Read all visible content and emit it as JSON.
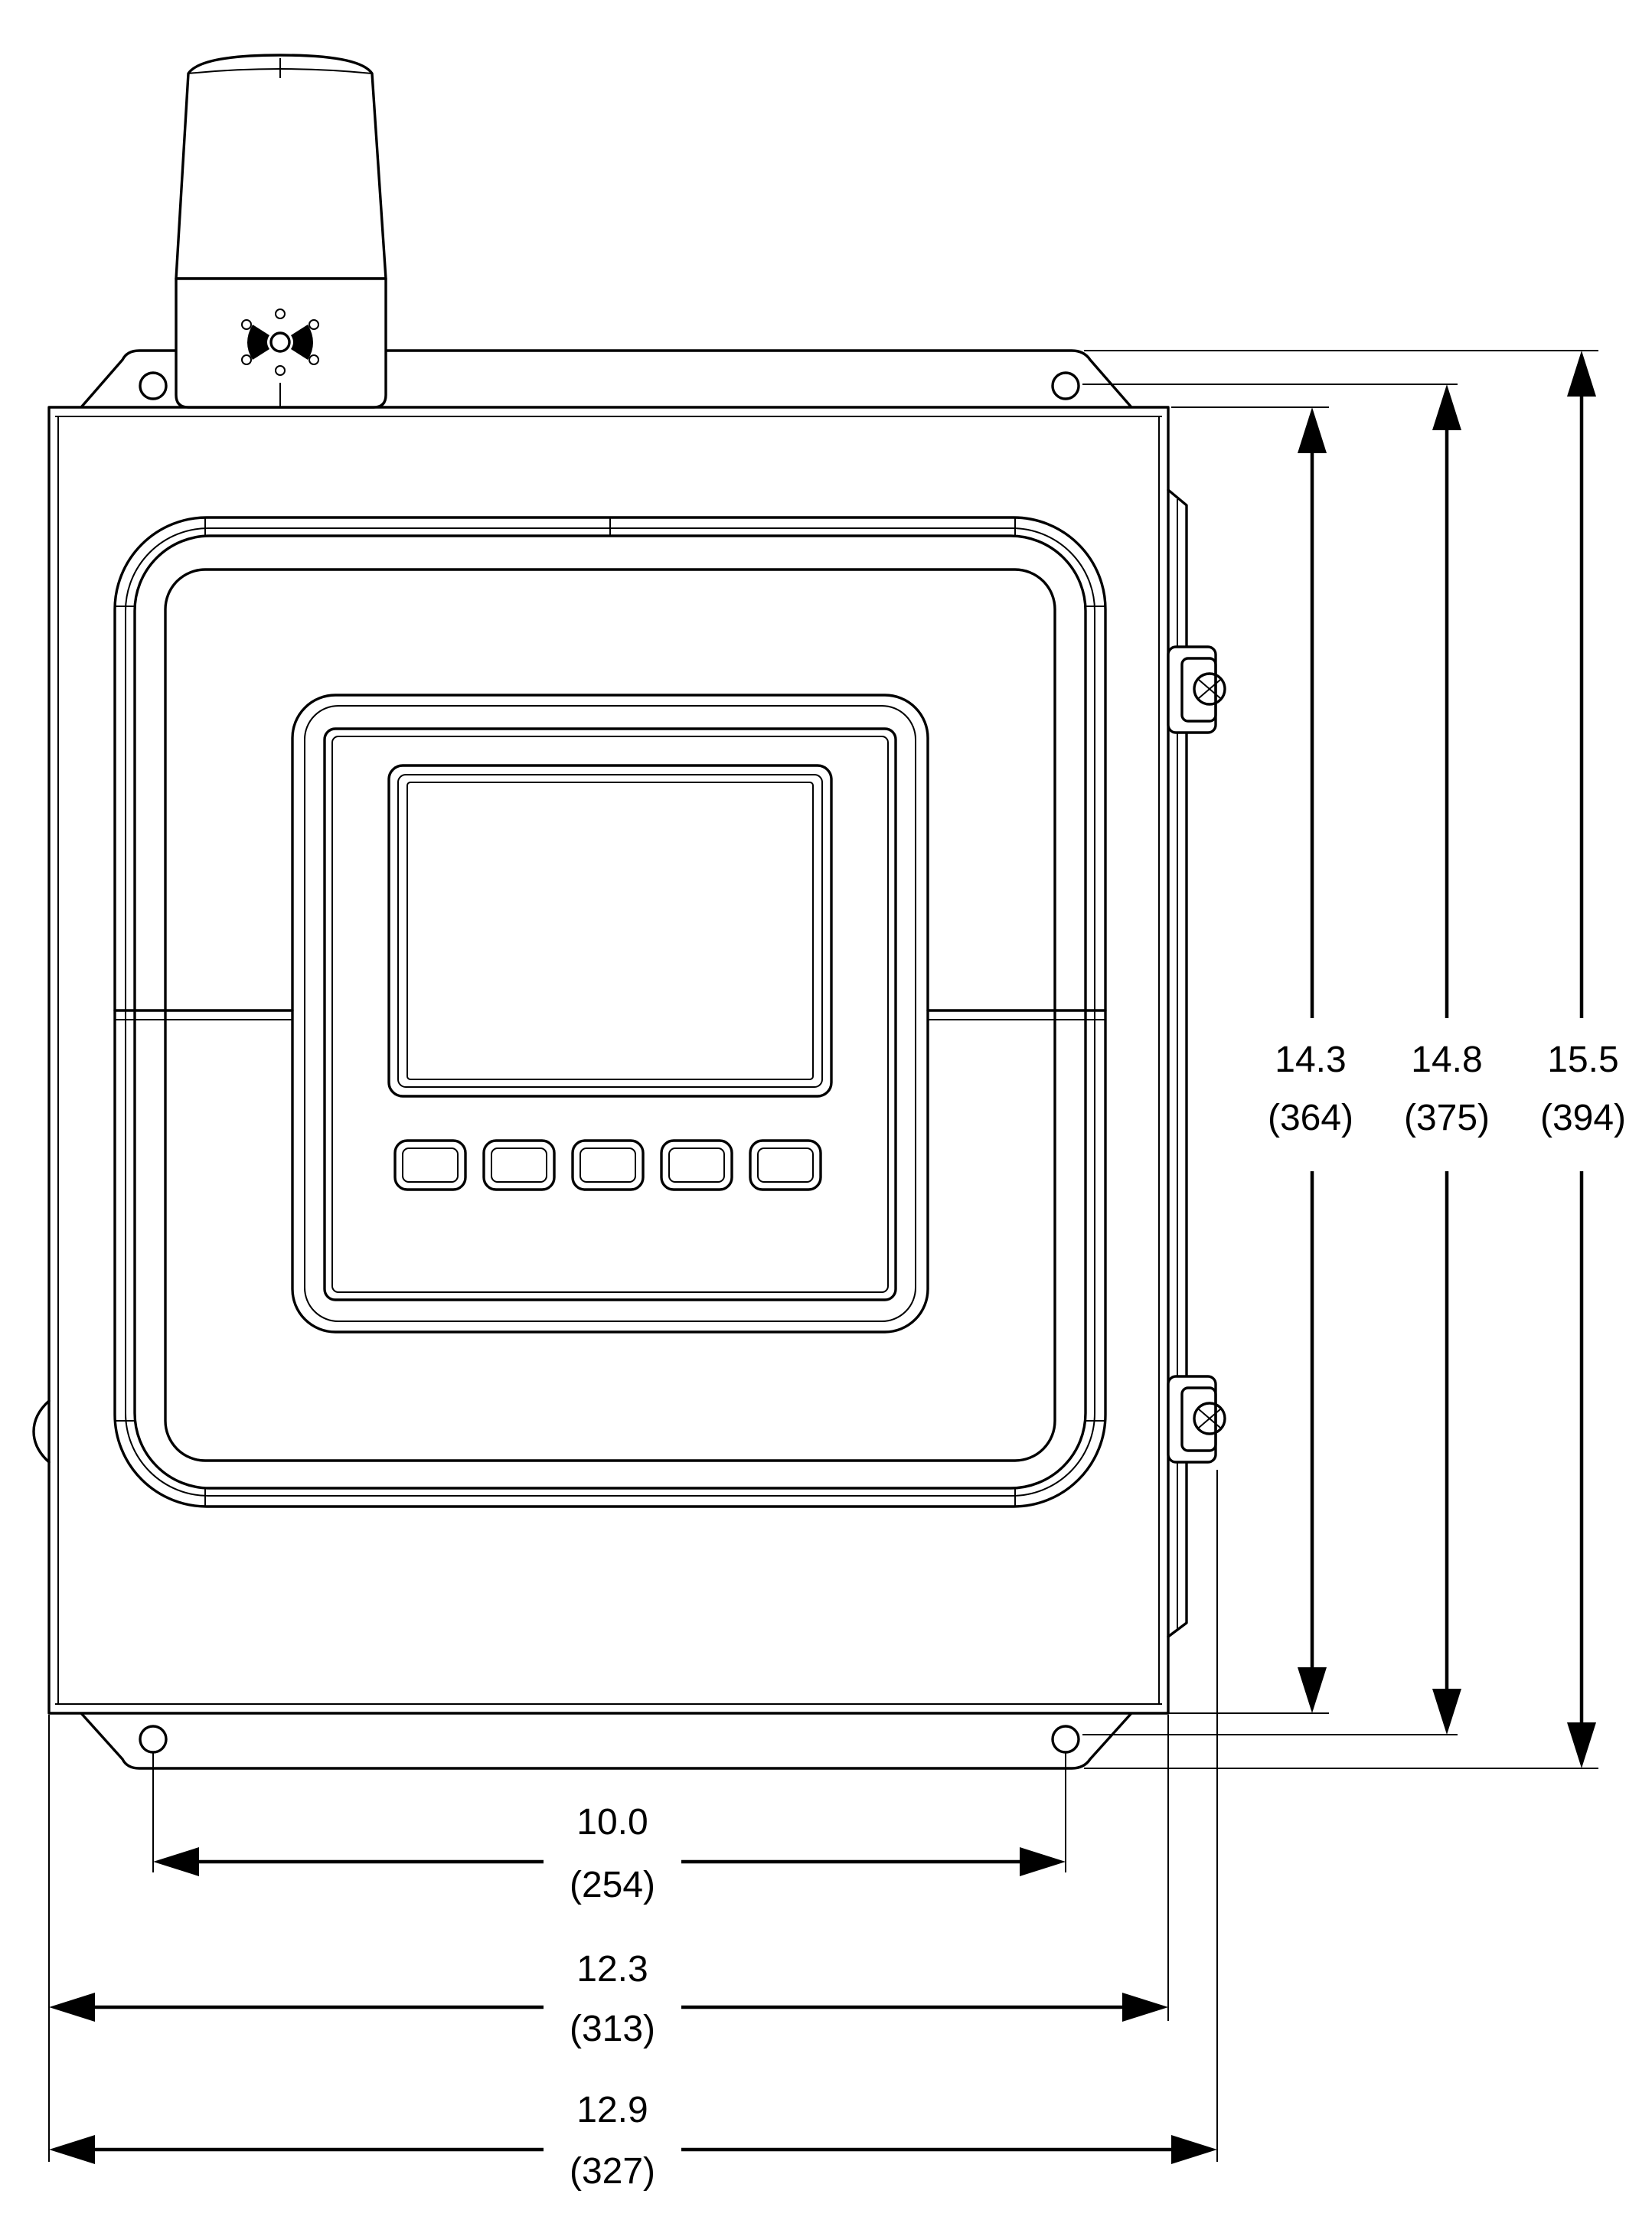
{
  "dimensions": {
    "height_inner": {
      "inches": "14.3",
      "mm": "(364)"
    },
    "height_enclosure": {
      "inches": "14.8",
      "mm": "(375)"
    },
    "height_overall": {
      "inches": "15.5",
      "mm": "(394)"
    },
    "width_mounting_holes": {
      "inches": "10.0",
      "mm": "(254)"
    },
    "width_enclosure": {
      "inches": "12.3",
      "mm": "(313)"
    },
    "width_overall": {
      "inches": "12.9",
      "mm": "(327)"
    }
  },
  "keypad": {
    "button_count": 5
  }
}
